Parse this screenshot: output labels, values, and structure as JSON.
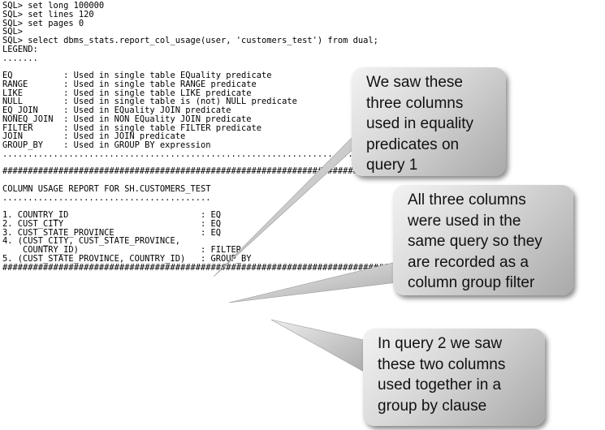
{
  "terminal": {
    "lines": [
      "SQL> set long 100000",
      "SQL> set lines 120",
      "SQL> set pages 0",
      "SQL>",
      "SQL> select dbms_stats.report_col_usage(user, 'customers_test') from dual;",
      "LEGEND:",
      ".......",
      "",
      "EQ          : Used in single table EQuality predicate",
      "RANGE       : Used in single table RANGE predicate",
      "LIKE        : Used in single table LIKE predicate",
      "NULL        : Used in single table is (not) NULL predicate",
      "EQ_JOIN     : Used in EQuality JOIN predicate",
      "NONEQ_JOIN  : Used in NON EQuality JOIN predicate",
      "FILTER      : Used in single table FILTER predicate",
      "JOIN        : Used in JOIN predicate",
      "GROUP_BY    : Used in GROUP BY expression",
      "...............................................................................",
      "",
      "###############################################################################",
      "",
      "COLUMN USAGE REPORT FOR SH.CUSTOMERS_TEST",
      ".........................................",
      "",
      "1. COUNTRY_ID                          : EQ",
      "2. CUST_CITY                           : EQ",
      "3. CUST_STATE_PROVINCE                 : EQ",
      "4. (CUST_CITY, CUST_STATE_PROVINCE,",
      "    COUNTRY_ID)                        : FILTER",
      "5. (CUST_STATE_PROVINCE, COUNTRY_ID)   : GROUP_BY",
      "###############################################################################"
    ]
  },
  "callouts": [
    {
      "text": "We saw these\nthree columns\nused in equality\npredicates on\nquery 1"
    },
    {
      "text": "All three columns\nwere used in the\nsame query so they\nare recorded as a\ncolumn group filter"
    },
    {
      "text": "In query 2 we saw\nthese two columns\nused together in a\ngroup by clause"
    }
  ],
  "colors": {
    "callout_light": "#f2f2f2",
    "callout_dark": "#a9a9a9",
    "terminal_text": "#000000"
  }
}
